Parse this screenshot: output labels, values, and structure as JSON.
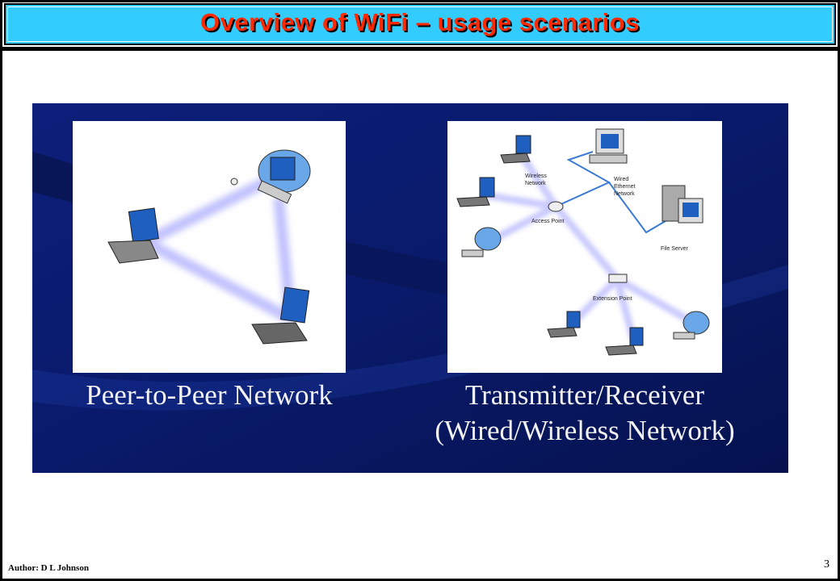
{
  "slide": {
    "title": "Overview of WiFi – usage scenarios",
    "author": "Author: D L Johnson",
    "page_number": "3"
  },
  "figure": {
    "left_panel": {
      "caption": "Peer-to-Peer Network"
    },
    "right_panel": {
      "caption_line1": "Transmitter/Receiver",
      "caption_line2": "(Wired/Wireless Network)",
      "labels": {
        "wireless_network_1": "Wireless",
        "wireless_network_2": "Network",
        "wired_ethernet_1": "Wired",
        "wired_ethernet_2": "Ethernet",
        "wired_ethernet_3": "Network",
        "access_point": "Access Point",
        "file_server": "File Server",
        "extension_point": "Extension Point"
      }
    }
  },
  "colors": {
    "title_bar": "#33ccff",
    "title_text": "#ff2a00",
    "figure_background": "#0a1a6e",
    "wired_link": "#3a7bd5",
    "wireless_glow": "#c8c8ff"
  }
}
